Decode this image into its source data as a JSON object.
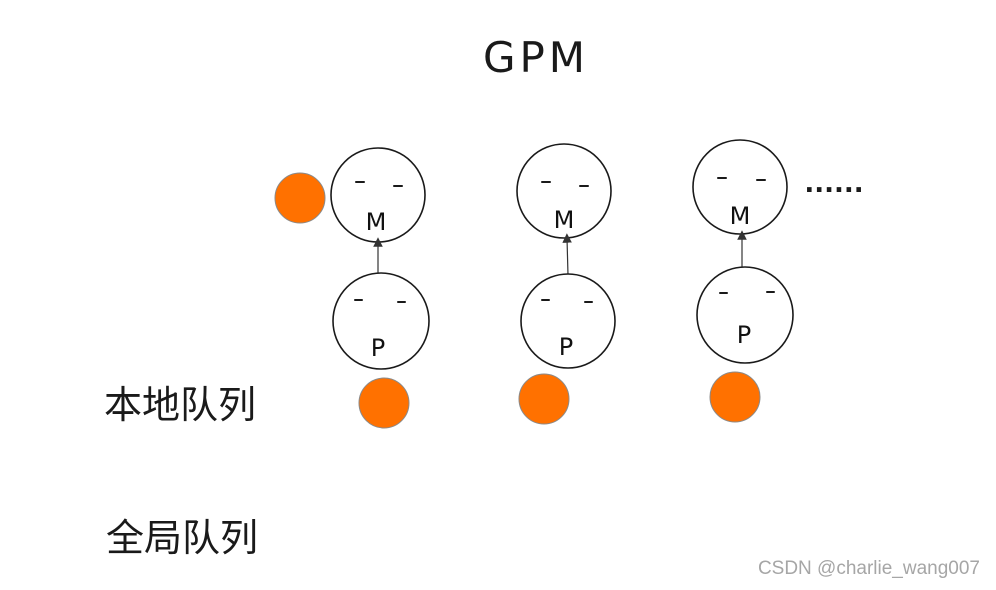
{
  "title": "GPM",
  "labels": {
    "local_queue": "本地队列",
    "global_queue": "全局队列"
  },
  "machine_letter": "M",
  "processor_letter": "P",
  "ellipsis": "......",
  "watermark": "CSDN @charlie_wang007",
  "colors": {
    "goroutine": "#FF7100",
    "stroke": "#1a1a1a",
    "background": "#ffffff",
    "watermark": "#a6a6a6"
  }
}
